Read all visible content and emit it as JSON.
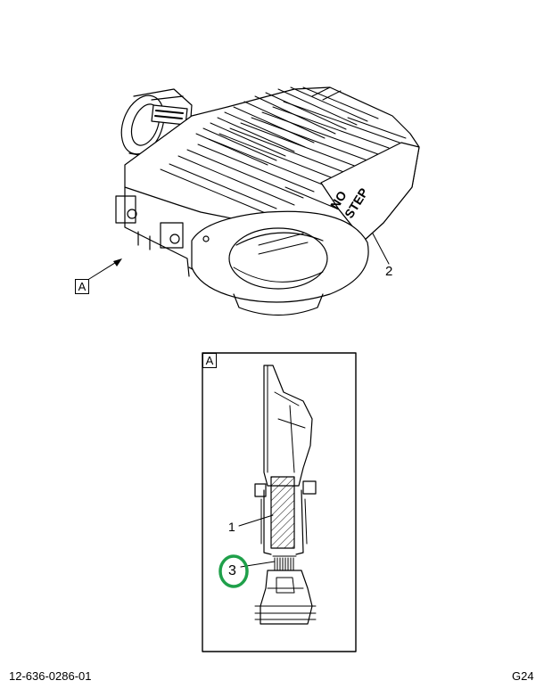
{
  "figure": {
    "drawing_number": "12-636-0286-01",
    "page_code": "G24",
    "view_reference": "A",
    "detail_label": "A",
    "callouts": {
      "item_1": "1",
      "item_2": "2",
      "item_3": "3"
    },
    "housing_text": {
      "no": "NO",
      "step": "STEP"
    },
    "highlight_color": "#1fa04a"
  }
}
